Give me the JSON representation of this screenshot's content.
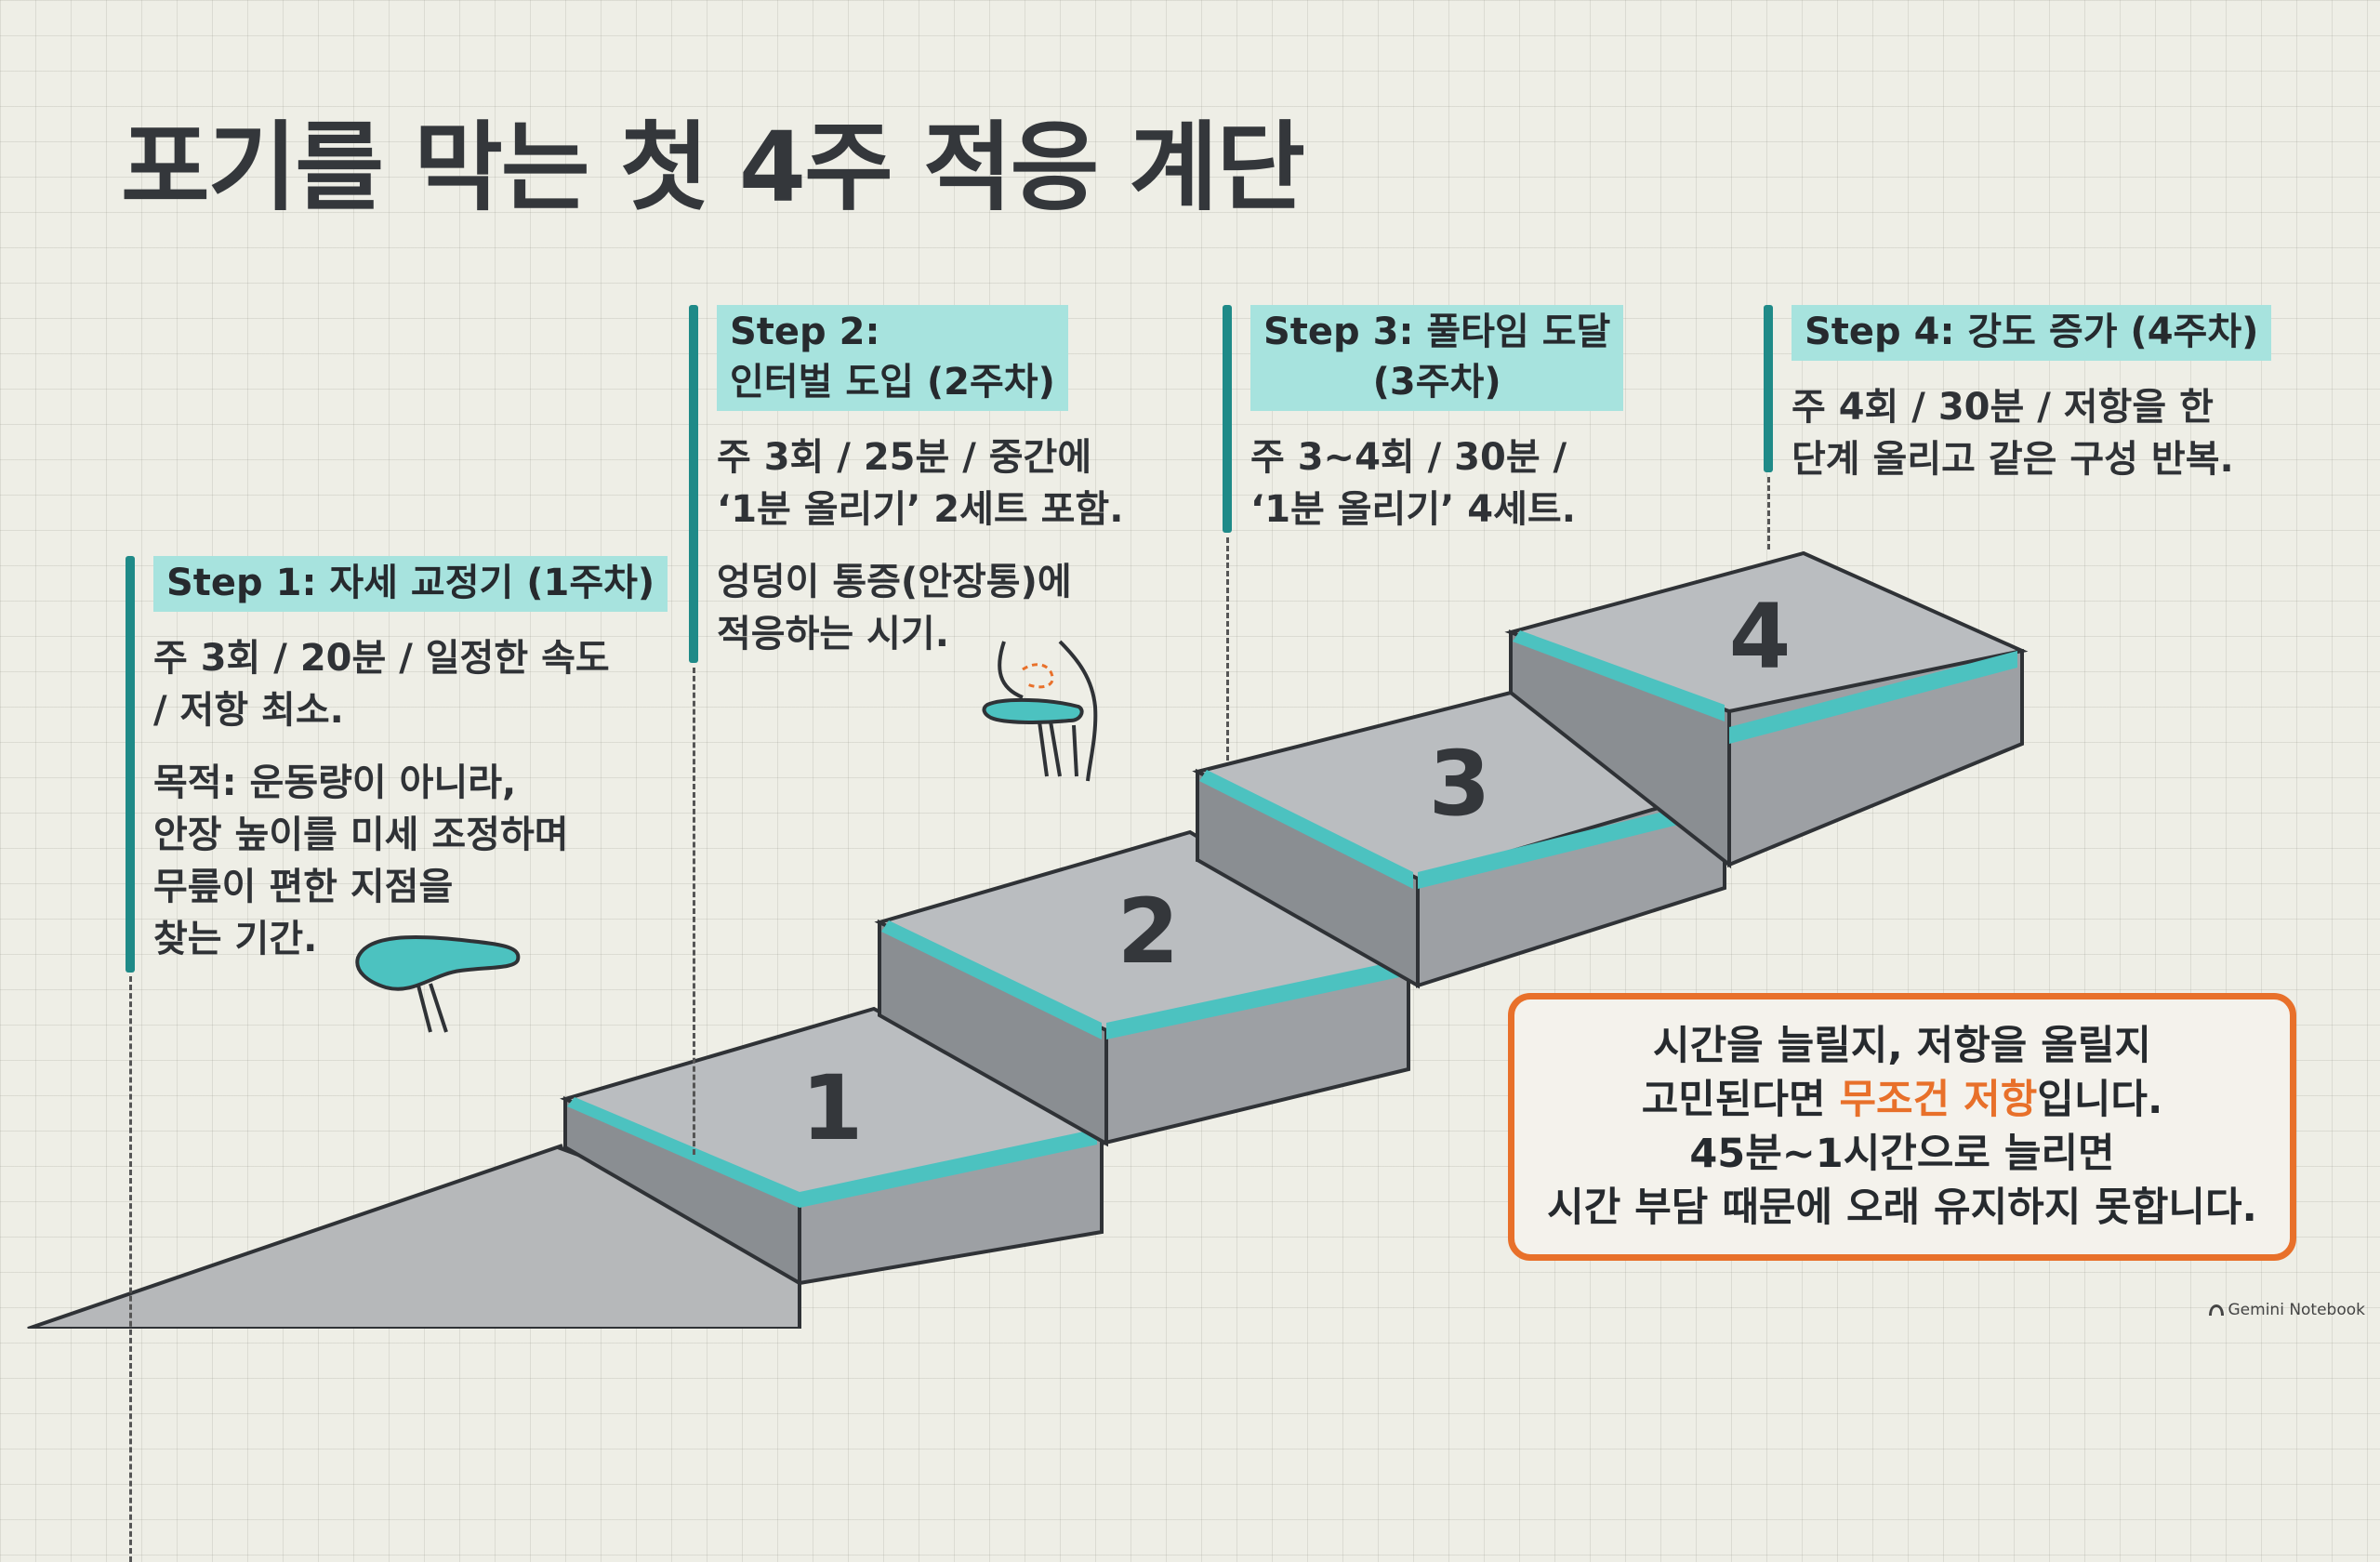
{
  "title": "포기를 막는 첫 4주 적응 계단",
  "steps": [
    {
      "number": "1",
      "heading": [
        "Step 1: 자세 교정기 (1주차)"
      ],
      "paragraphs": [
        [
          "주 3회 / 20분 / 일정한 속도",
          "/ 저항 최소."
        ],
        [
          "목적: 운동량이 아니라,",
          "안장 높이를 미세 조정하며",
          "무릎이 편한 지점을",
          "찾는 기간."
        ]
      ]
    },
    {
      "number": "2",
      "heading": [
        "Step 2:",
        "인터벌 도입 (2주차)"
      ],
      "paragraphs": [
        [
          "주 3회 / 25분 / 중간에",
          "‘1분 올리기’ 2세트 포함."
        ],
        [
          "엉덩이 통증(안장통)에",
          "적응하는 시기."
        ]
      ]
    },
    {
      "number": "3",
      "heading": [
        "Step 3: 풀타임 도달",
        "(3주차)"
      ],
      "paragraphs": [
        [
          "주 3~4회 / 30분 /",
          "‘1분 올리기’ 4세트."
        ]
      ]
    },
    {
      "number": "4",
      "heading": [
        "Step 4: 강도 증가 (4주차)"
      ],
      "paragraphs": [
        [
          "주 4회 / 30분 / 저항을 한",
          "단계 올리고 같은 구성 반복."
        ]
      ]
    }
  ],
  "callout": {
    "line1": "시간을 늘릴지, 저항을 올릴지",
    "line2_before": "고민된다면 ",
    "line2_highlight": "무조건 저항",
    "line2_after": "입니다.",
    "line3": "45분~1시간으로 늘리면",
    "line4": "시간 부담 때문에 오래 유지하지 못합니다."
  },
  "brand": "Gemini Notebook",
  "colors": {
    "teal": "#1f8a88",
    "teal_light": "#4cc2c0",
    "highlight": "#a7e3de",
    "orange": "#e8702a",
    "stair_top": "#b9bcbf",
    "stair_front": "#9c9fa3",
    "stair_side": "#808488",
    "outline": "#2f3236"
  },
  "icons": [
    "saddle-icon",
    "seated-leg-icon",
    "gemini-logo-icon"
  ]
}
